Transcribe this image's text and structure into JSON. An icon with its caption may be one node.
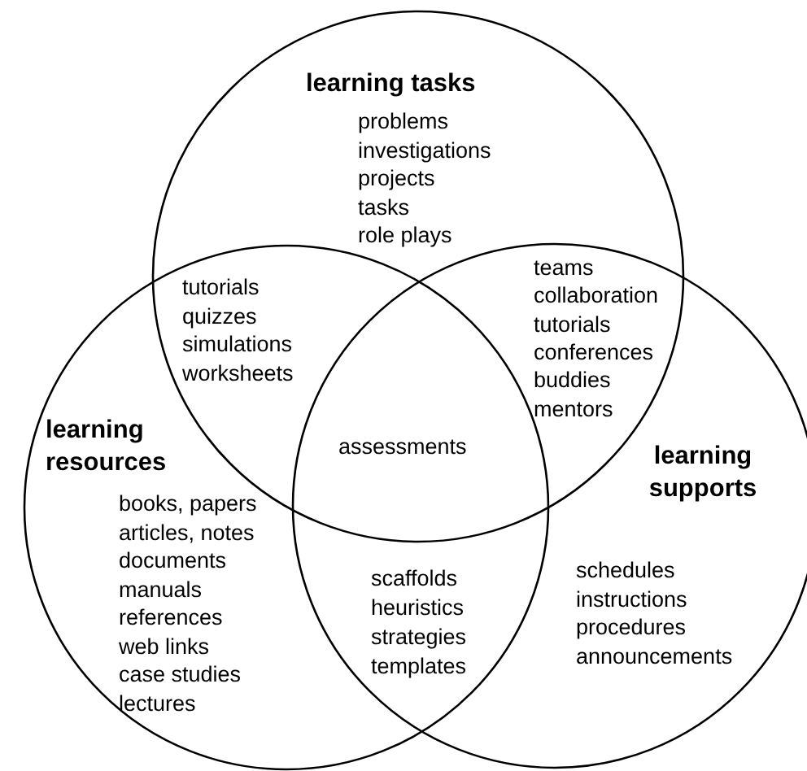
{
  "diagram": {
    "nodes": [
      {
        "text": [
          "learning tasks",
          "problems",
          "investigations",
          "projects",
          "tasks",
          "role plays"
        ]
      },
      {
        "text": [
          "learning resources",
          "books, papers",
          "articles, notes",
          "documents",
          "manuals",
          "references",
          "web links",
          "case studies",
          "lectures"
        ]
      },
      {
        "text": [
          "learning supports",
          "schedules",
          "instructions",
          "procedures",
          "announcements"
        ]
      }
    ],
    "edges": [],
    "labels": [
      "tutorials",
      "quizzes",
      "simulations",
      "worksheets",
      "teams",
      "collaboration",
      "tutorials",
      "conferences",
      "buddies",
      "mentors",
      "assessments",
      "scaffolds",
      "heuristics",
      "strategies",
      "templates"
    ]
  }
}
